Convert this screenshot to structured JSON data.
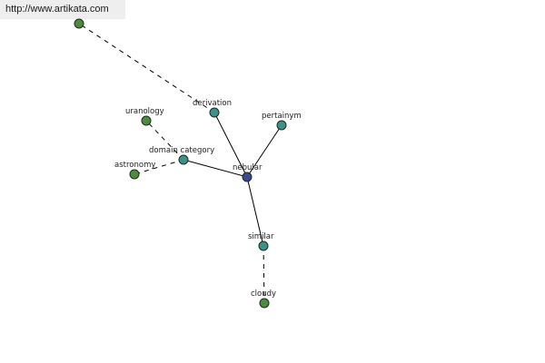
{
  "watermark": {
    "url": "http://www.artikata.com"
  },
  "colors": {
    "leaf": "#4e8a3f",
    "relation": "#3f8f8a",
    "center": "#3a4a8c"
  },
  "nodes": [
    {
      "id": "nebular",
      "label": "nebular",
      "kind": "center"
    },
    {
      "id": "derivation",
      "label": "derivation",
      "kind": "relation"
    },
    {
      "id": "pertainym",
      "label": "pertainym",
      "kind": "relation"
    },
    {
      "id": "domain_category",
      "label": "domain category",
      "kind": "relation"
    },
    {
      "id": "similar",
      "label": "similar",
      "kind": "relation"
    },
    {
      "id": "uranology",
      "label": "uranology",
      "kind": "leaf"
    },
    {
      "id": "astronomy",
      "label": "astronomy",
      "kind": "leaf"
    },
    {
      "id": "cloudy",
      "label": "cloudy",
      "kind": "leaf"
    },
    {
      "id": "url_leaf",
      "label": "",
      "kind": "leaf"
    }
  ],
  "edges": [
    {
      "from": "nebular",
      "to": "derivation",
      "style": "solid"
    },
    {
      "from": "nebular",
      "to": "pertainym",
      "style": "solid"
    },
    {
      "from": "nebular",
      "to": "domain_category",
      "style": "solid"
    },
    {
      "from": "nebular",
      "to": "similar",
      "style": "solid"
    },
    {
      "from": "derivation",
      "to": "url_leaf",
      "style": "dashed"
    },
    {
      "from": "domain_category",
      "to": "uranology",
      "style": "dashed"
    },
    {
      "from": "domain_category",
      "to": "astronomy",
      "style": "dashed"
    },
    {
      "from": "similar",
      "to": "cloudy",
      "style": "dashed"
    }
  ]
}
